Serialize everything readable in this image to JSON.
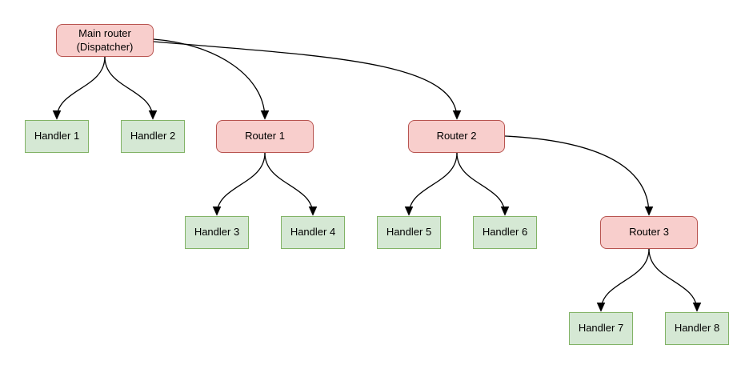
{
  "nodes": {
    "main": {
      "label": "Main router\n(Dispatcher)",
      "type": "router"
    },
    "router1": {
      "label": "Router 1",
      "type": "router"
    },
    "router2": {
      "label": "Router 2",
      "type": "router"
    },
    "router3": {
      "label": "Router 3",
      "type": "router"
    },
    "handler1": {
      "label": "Handler 1",
      "type": "handler"
    },
    "handler2": {
      "label": "Handler 2",
      "type": "handler"
    },
    "handler3": {
      "label": "Handler 3",
      "type": "handler"
    },
    "handler4": {
      "label": "Handler 4",
      "type": "handler"
    },
    "handler5": {
      "label": "Handler 5",
      "type": "handler"
    },
    "handler6": {
      "label": "Handler 6",
      "type": "handler"
    },
    "handler7": {
      "label": "Handler 7",
      "type": "handler"
    },
    "handler8": {
      "label": "Handler 8",
      "type": "handler"
    }
  },
  "edges": [
    {
      "from": "main",
      "to": "handler1"
    },
    {
      "from": "main",
      "to": "handler2"
    },
    {
      "from": "main",
      "to": "router1"
    },
    {
      "from": "main",
      "to": "router2"
    },
    {
      "from": "router1",
      "to": "handler3"
    },
    {
      "from": "router1",
      "to": "handler4"
    },
    {
      "from": "router2",
      "to": "handler5"
    },
    {
      "from": "router2",
      "to": "handler6"
    },
    {
      "from": "router2",
      "to": "router3"
    },
    {
      "from": "router3",
      "to": "handler7"
    },
    {
      "from": "router3",
      "to": "handler8"
    }
  ],
  "colors": {
    "canvas_bg": "#ffffff",
    "router_fill": "#f8cecc",
    "router_border": "#b85450",
    "handler_fill": "#d5e8d4",
    "handler_border": "#82b366",
    "edge_color": "#000000",
    "text_color": "#000000"
  }
}
